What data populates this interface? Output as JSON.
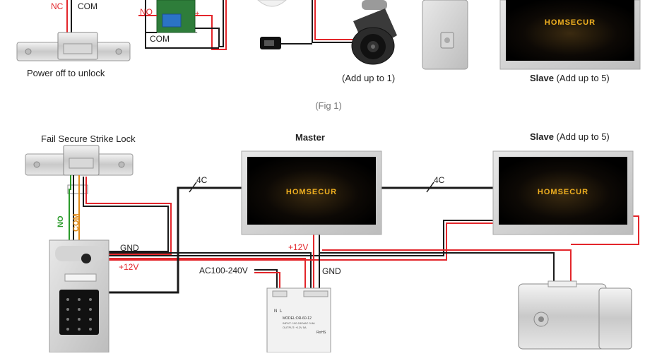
{
  "figure_caption": "(Fig 1)",
  "brand": "HOMSECUR",
  "top_section": {
    "nc_label": "NC",
    "com_label": "COM",
    "relay_no_label": "NO",
    "relay_com_label": "COM",
    "relay_plus": "+",
    "relay_minus": "-",
    "power_off_text": "Power off to unlock",
    "camera_text": "(Add up to 1)",
    "slave_bold": "Slave",
    "slave_rest": " (Add up to 5)"
  },
  "bottom_section": {
    "strike_lock_title": "Fail Secure Strike Lock",
    "master_title": "Master",
    "slave_bold": "Slave",
    "slave_rest": " (Add up to 5)",
    "wire_4c_left": "4C",
    "wire_4c_right": "4C",
    "gnd_left": "GND",
    "plus12v_left": "+12V",
    "plus12v_mid": "+12V",
    "gnd_mid": "GND",
    "ac_input": "AC100-240V",
    "no_vertical": "NO",
    "com_vertical": "COM",
    "psu_n": "N",
    "psu_l": "L",
    "psu_model": "MODEL:DR-60-12",
    "psu_input": "INPUT: 100-240VAC 0.8A",
    "psu_output": "OUTPUT: +12V 5A",
    "psu_rohs": "RoHS"
  },
  "colors": {
    "red_wire": "#e3262b",
    "black_wire": "#1a1a1a",
    "screen_gold": "#f0b020",
    "green_wire": "#2a9a2a",
    "orange_wire": "#e08a1a"
  }
}
